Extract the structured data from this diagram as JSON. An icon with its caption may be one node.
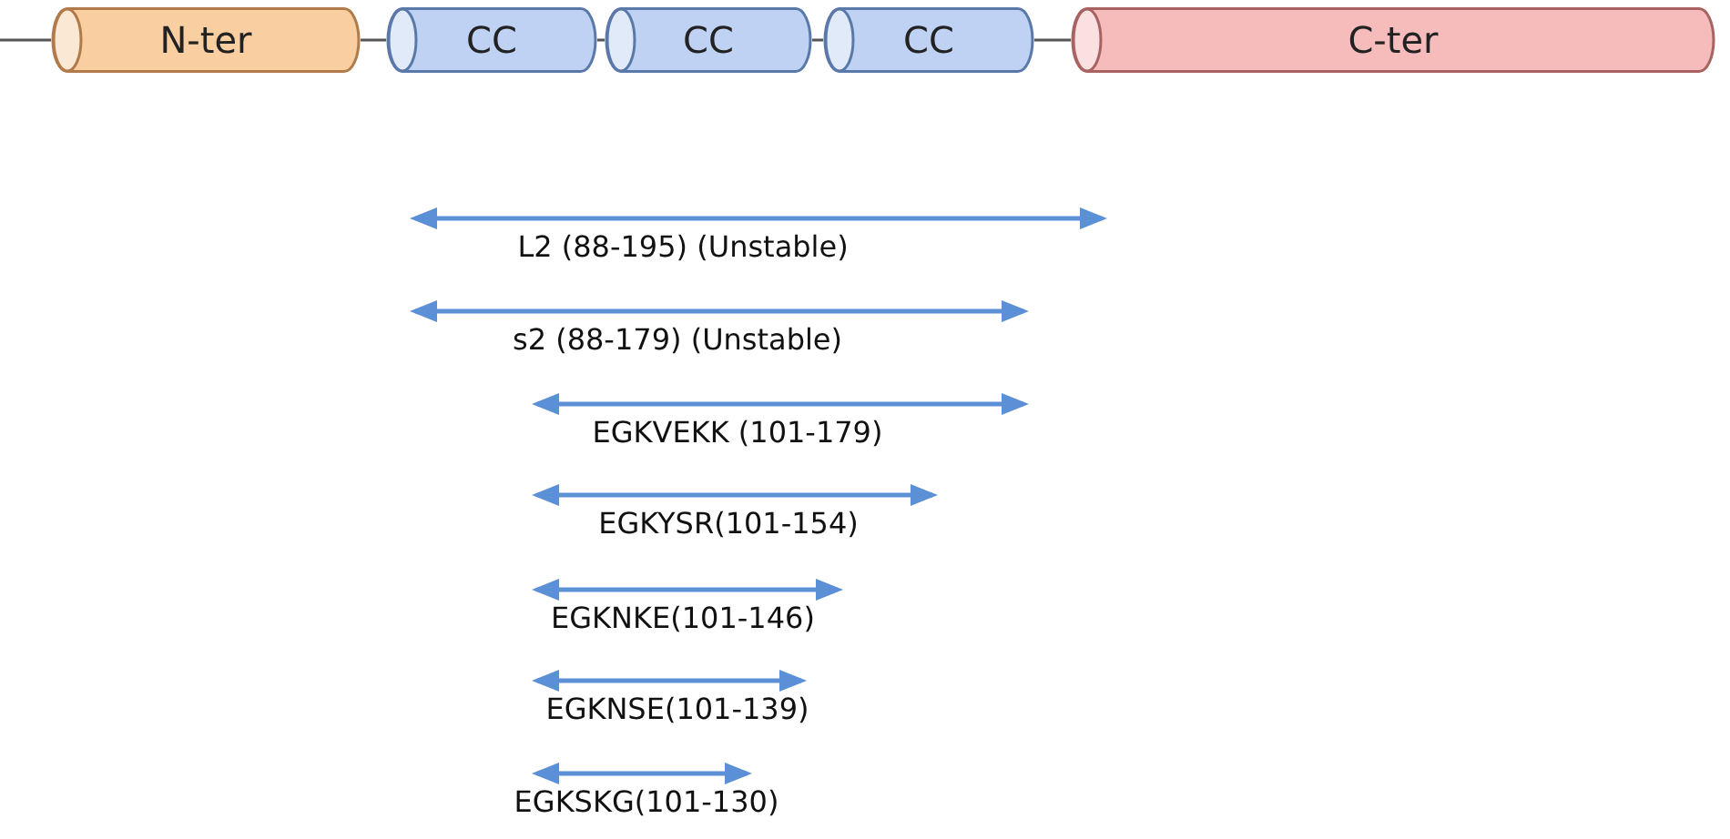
{
  "diagram": {
    "nodes": [
      {
        "text": [
          "N-ter"
        ]
      },
      {
        "text": [
          "CC"
        ]
      },
      {
        "text": [
          "CC"
        ]
      },
      {
        "text": [
          "CC"
        ]
      },
      {
        "text": [
          "C-ter"
        ]
      }
    ],
    "edges": [
      {
        "from": null,
        "to": 0,
        "arrow": "none"
      },
      {
        "from": 0,
        "to": 1,
        "arrow": "none"
      },
      {
        "from": 1,
        "to": 2,
        "arrow": "none"
      },
      {
        "from": 2,
        "to": 3,
        "arrow": "none"
      },
      {
        "from": 3,
        "to": 4,
        "arrow": "none"
      }
    ],
    "labels": [
      "L2 (88-195) (Unstable)",
      "s2 (88-179) (Unstable)",
      "EGKVEKK (101-179)",
      "EGKYSR(101-154)",
      "EGKNKE(101-146)",
      "EGKNSE(101-139)",
      "EGKSKG(101-130)"
    ]
  }
}
